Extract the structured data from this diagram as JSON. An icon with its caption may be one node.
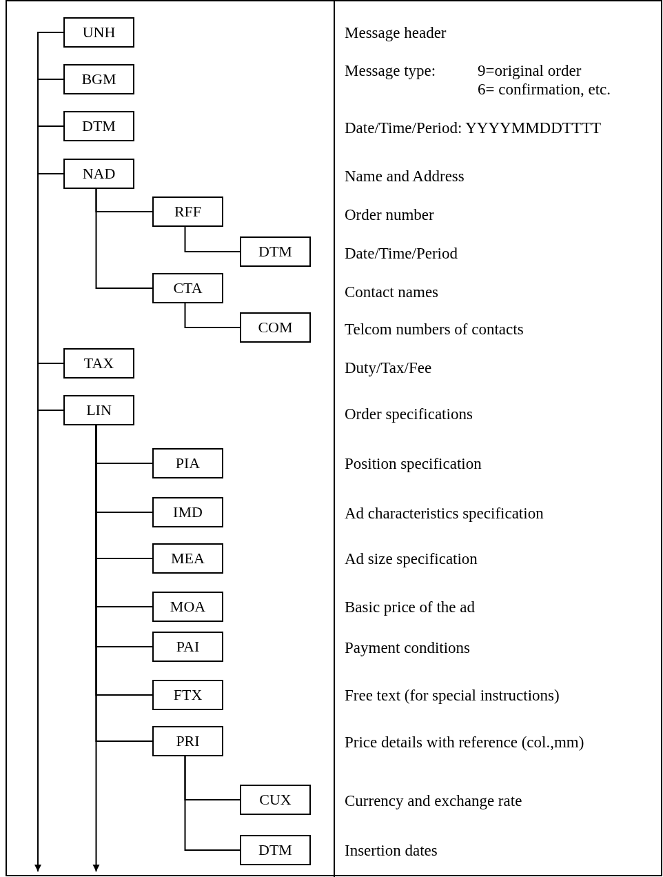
{
  "diagram": {
    "nodes": [
      {
        "text": [
          "UNH"
        ]
      },
      {
        "text": [
          "BGM"
        ]
      },
      {
        "text": [
          "DTM"
        ]
      },
      {
        "text": [
          "NAD"
        ]
      },
      {
        "text": [
          "RFF"
        ]
      },
      {
        "text": [
          "DTM"
        ]
      },
      {
        "text": [
          "CTA"
        ]
      },
      {
        "text": [
          "COM"
        ]
      },
      {
        "text": [
          "TAX"
        ]
      },
      {
        "text": [
          "LIN"
        ]
      },
      {
        "text": [
          "PIA"
        ]
      },
      {
        "text": [
          "IMD"
        ]
      },
      {
        "text": [
          "MEA"
        ]
      },
      {
        "text": [
          "MOA"
        ]
      },
      {
        "text": [
          "PAI"
        ]
      },
      {
        "text": [
          "FTX"
        ]
      },
      {
        "text": [
          "PRI"
        ]
      },
      {
        "text": [
          "CUX"
        ]
      },
      {
        "text": [
          "DTM"
        ]
      }
    ],
    "edges": [
      {
        "from": 0,
        "to": 1,
        "arrow": "none"
      },
      {
        "from": 1,
        "to": 2,
        "arrow": "none"
      },
      {
        "from": 2,
        "to": 3,
        "arrow": "none"
      },
      {
        "from": 3,
        "to": 8,
        "arrow": "none"
      },
      {
        "from": 8,
        "to": 9,
        "arrow": "none"
      },
      {
        "from": 9,
        "to": null,
        "arrow": "to"
      },
      {
        "from": 3,
        "to": 4,
        "arrow": "none"
      },
      {
        "from": 4,
        "to": 5,
        "arrow": "none"
      },
      {
        "from": 3,
        "to": 6,
        "arrow": "none"
      },
      {
        "from": 6,
        "to": 7,
        "arrow": "none"
      },
      {
        "from": 9,
        "to": 10,
        "arrow": "none"
      },
      {
        "from": 9,
        "to": 11,
        "arrow": "none"
      },
      {
        "from": 9,
        "to": 12,
        "arrow": "none"
      },
      {
        "from": 9,
        "to": 13,
        "arrow": "none"
      },
      {
        "from": 9,
        "to": 14,
        "arrow": "none"
      },
      {
        "from": 9,
        "to": 15,
        "arrow": "none"
      },
      {
        "from": 9,
        "to": 16,
        "arrow": "none"
      },
      {
        "from": 16,
        "to": 17,
        "arrow": "none"
      },
      {
        "from": 16,
        "to": 18,
        "arrow": "none"
      },
      {
        "from": 9,
        "to": null,
        "arrow": "to"
      }
    ],
    "labels": [
      "Message header",
      "Message type:",
      "9=original order",
      "6= confirmation, etc.",
      "Date/Time/Period: YYYYMMDDTTTT",
      "Name and Address",
      "Order number",
      "Date/Time/Period",
      "Contact names",
      "Telcom numbers of contacts",
      "Duty/Tax/Fee",
      "Order specifications",
      "Position specification",
      "Ad characteristics specification",
      "Ad size specification",
      "Basic price of the ad",
      "Payment conditions",
      "Free text (for special instructions)",
      "Price details with reference (col.,mm)",
      "Currency and exchange rate",
      "Insertion dates"
    ]
  }
}
